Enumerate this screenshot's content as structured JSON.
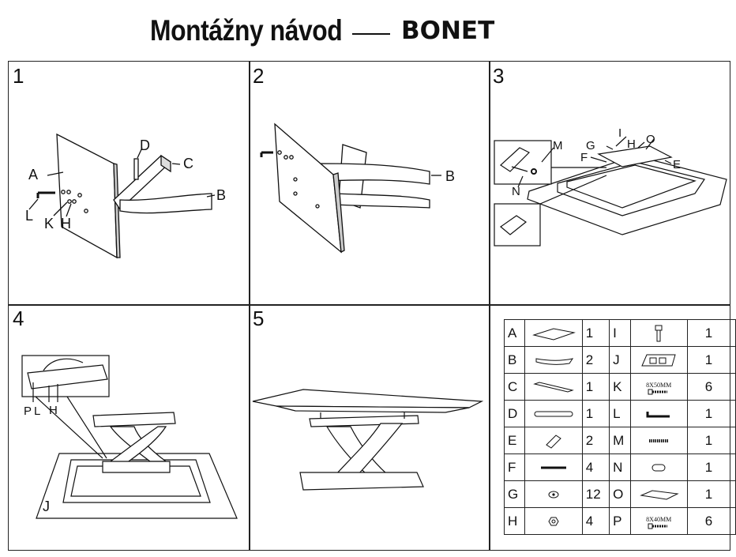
{
  "title": {
    "main": "Montážny návod",
    "product": "BONET"
  },
  "steps": [
    {
      "num": "1",
      "labels": {
        "A": "A",
        "B": "B",
        "C": "C",
        "D": "D",
        "H": "H",
        "K": "K",
        "L": "L"
      }
    },
    {
      "num": "2",
      "labels": {
        "B": "B"
      }
    },
    {
      "num": "3",
      "labels": {
        "M": "M",
        "N": "N",
        "I": "I",
        "G": "G",
        "H": "H",
        "O": "O",
        "F": "F",
        "E": "E"
      }
    },
    {
      "num": "4",
      "labels": {
        "P": "P",
        "L": "L",
        "H": "H",
        "J": "J"
      }
    },
    {
      "num": "5"
    }
  ],
  "parts": [
    {
      "left": {
        "letter": "A",
        "qty": "1",
        "icon": "tabletop-board-icon"
      },
      "right": {
        "letter": "I",
        "qty": "1",
        "icon": "bolt-icon"
      }
    },
    {
      "left": {
        "letter": "B",
        "qty": "2",
        "icon": "curved-leg-icon"
      },
      "right": {
        "letter": "J",
        "qty": "1",
        "icon": "frame-icon"
      }
    },
    {
      "left": {
        "letter": "C",
        "qty": "1",
        "icon": "straight-leg-icon"
      },
      "right": {
        "letter": "K",
        "qty": "6",
        "icon": "screw-icon",
        "label": "8X50MM"
      }
    },
    {
      "left": {
        "letter": "D",
        "qty": "1",
        "icon": "rod-icon"
      },
      "right": {
        "letter": "L",
        "qty": "1",
        "icon": "allen-key-icon"
      }
    },
    {
      "left": {
        "letter": "E",
        "qty": "2",
        "icon": "block-icon"
      },
      "right": {
        "letter": "M",
        "qty": "1",
        "icon": "spring-icon"
      }
    },
    {
      "left": {
        "letter": "F",
        "qty": "4",
        "icon": "pin-icon"
      },
      "right": {
        "letter": "N",
        "qty": "1",
        "icon": "dowel-icon"
      }
    },
    {
      "left": {
        "letter": "G",
        "qty": "12",
        "icon": "washer-icon"
      },
      "right": {
        "letter": "O",
        "qty": "1",
        "icon": "plate-icon"
      }
    },
    {
      "left": {
        "letter": "H",
        "qty": "4",
        "icon": "nut-icon"
      },
      "right": {
        "letter": "P",
        "qty": "6",
        "icon": "screw-icon",
        "label": "8X40MM"
      }
    }
  ]
}
